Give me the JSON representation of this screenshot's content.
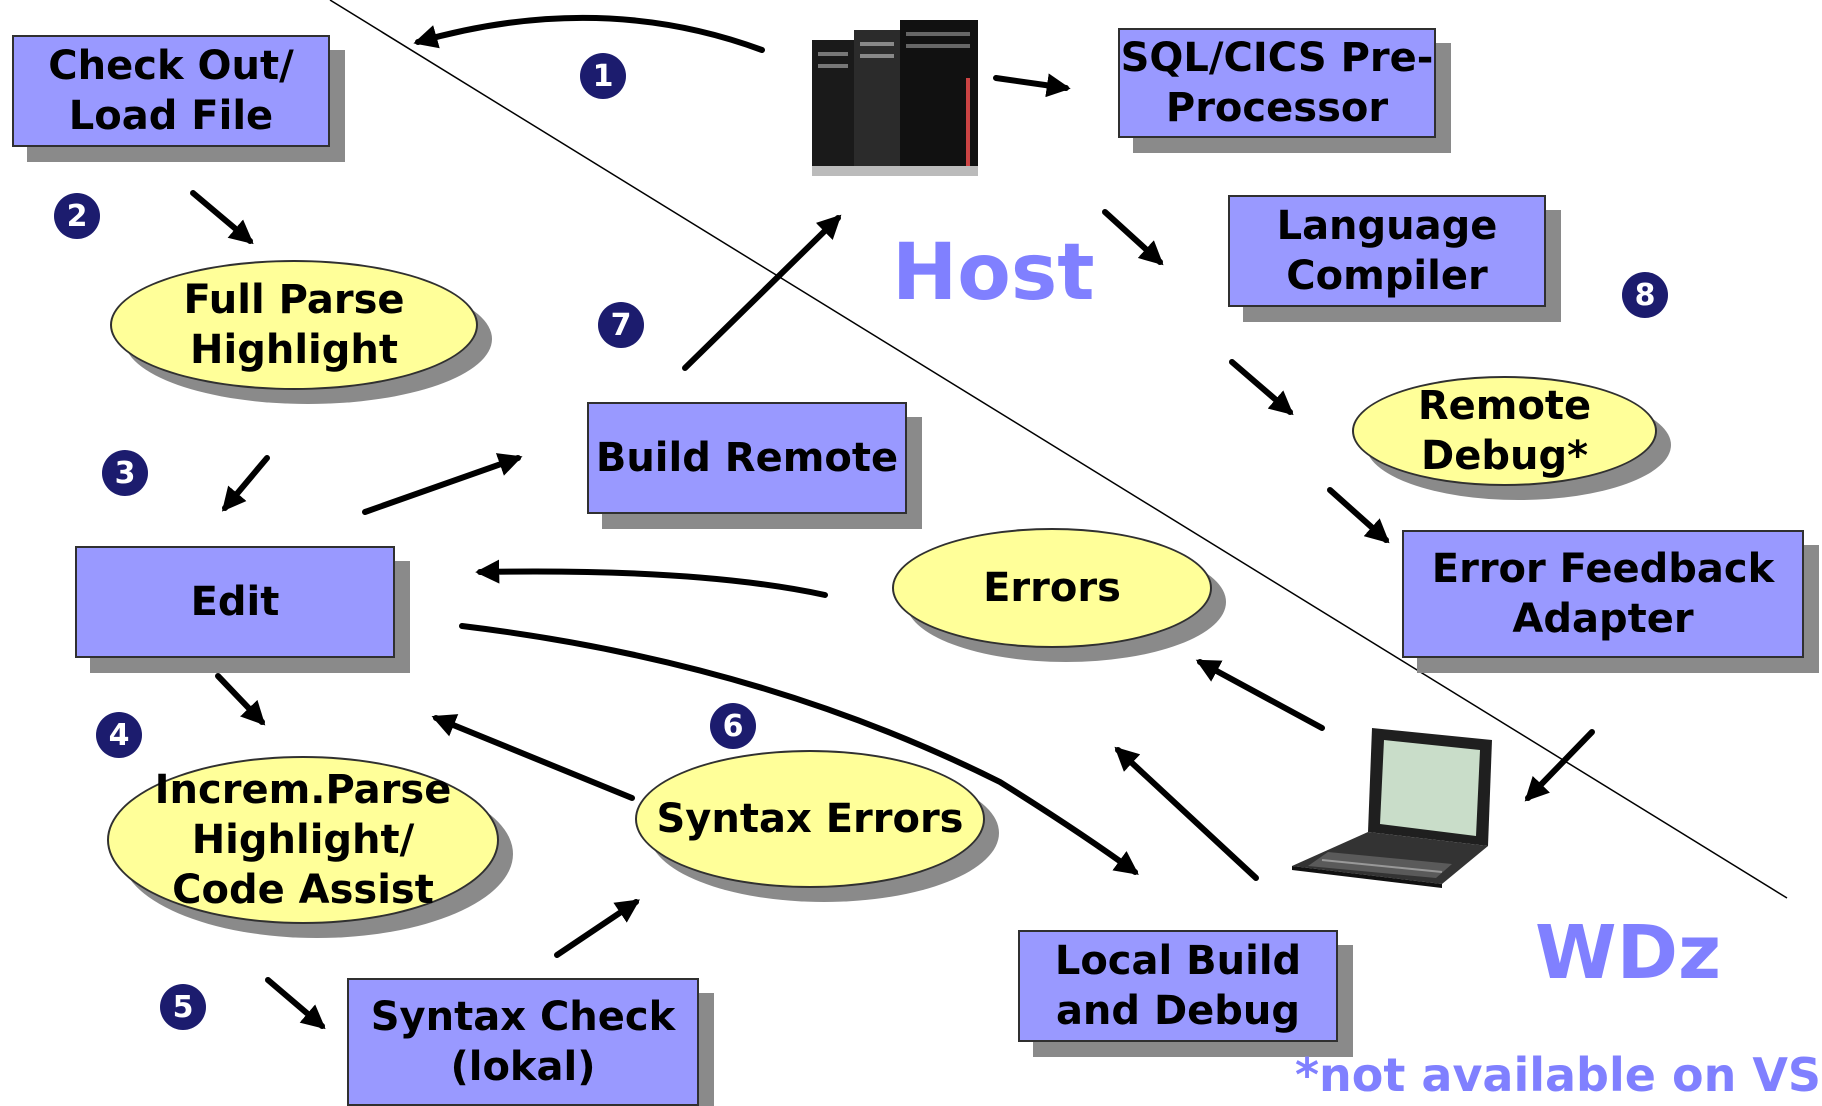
{
  "boxes": {
    "checkout": "Check Out/\nLoad File",
    "sqlcics": "SQL/CICS Pre-\nProcessor",
    "compiler": "Language\nCompiler",
    "build_remote": "Build Remote",
    "edit": "Edit",
    "error_feedback": "Error Feedback\nAdapter",
    "syntax_check": "Syntax Check\n(lokal)",
    "local_build": "Local Build\nand Debug"
  },
  "ovals": {
    "full_parse": "Full Parse\nHighlight",
    "remote_debug": "Remote\nDebug*",
    "errors": "Errors",
    "increm_parse": "Increm.Parse\nHighlight/\nCode Assist",
    "syntax_errors": "Syntax Errors"
  },
  "steps": [
    "1",
    "2",
    "3",
    "4",
    "5",
    "6",
    "7",
    "8"
  ],
  "labels": {
    "host": "Host",
    "wdz": "WDz",
    "footnote": "*not available on VSE"
  },
  "icons": [
    "mainframe-server-icon",
    "laptop-icon"
  ],
  "colors": {
    "box_fill": "#9999ff",
    "oval_fill": "#ffff99",
    "shadow": "#8a8a8a",
    "step_circle": "#1c1c6e",
    "accent_text": "#8080ff"
  }
}
